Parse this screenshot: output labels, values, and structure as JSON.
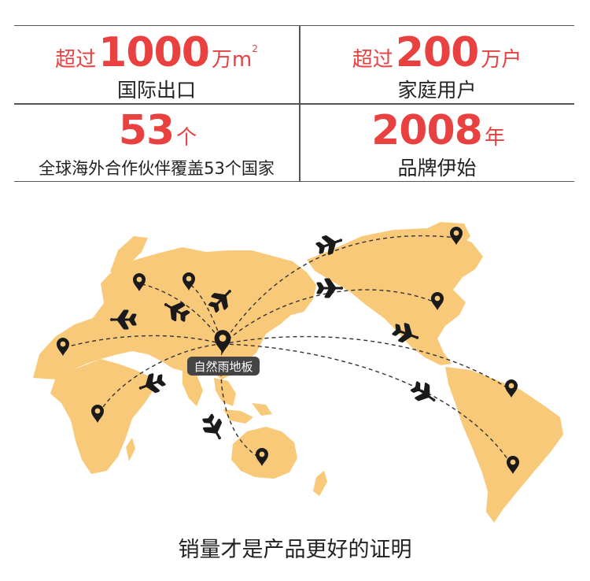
{
  "stats": [
    {
      "prefix": "超过",
      "number": "1000",
      "unit": "万m",
      "sup": "2",
      "label": "国际出口"
    },
    {
      "prefix": "超过",
      "number": "200",
      "unit": "万户",
      "label": "家庭用户"
    },
    {
      "prefix": "",
      "number": "53",
      "unit": "个",
      "label": "全球海外合作伙伴覆盖53个国家"
    },
    {
      "prefix": "",
      "number": "2008",
      "unit": "年",
      "label": "品牌伊始"
    }
  ],
  "map": {
    "hub_label": "自然雨地板",
    "land_color": "#f9c97a",
    "accent": "#e8413f",
    "icons": [
      "map-pin-icon",
      "airplane-icon"
    ]
  },
  "caption": "销量才是产品更好的证明"
}
